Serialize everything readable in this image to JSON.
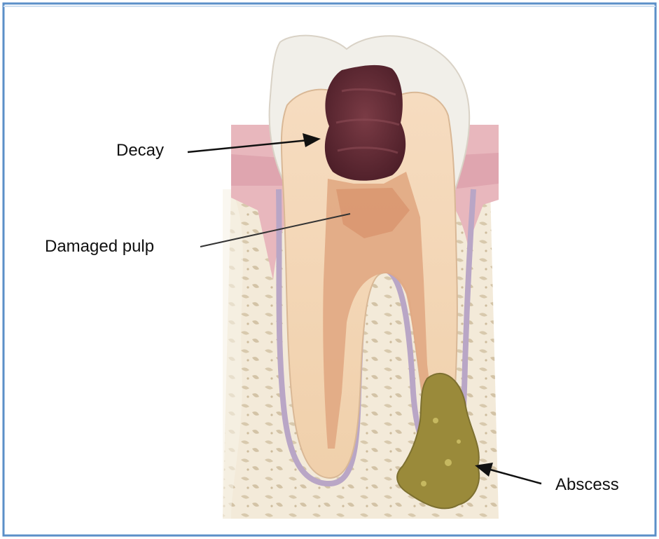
{
  "labels": {
    "decay": "Decay",
    "damaged_pulp": "Damaged pulp",
    "abscess": "Abscess"
  },
  "colors": {
    "frame_border": "#5b8fc8",
    "decay": "#6b2f3a",
    "pulp": "#e9c79f",
    "dentin": "#f2d6b3",
    "enamel": "#f1efe9",
    "gum": "#e8b7bd",
    "bone": "#efe5d2",
    "abscess": "#9a8a3a",
    "canal": "#b9a6c6"
  }
}
